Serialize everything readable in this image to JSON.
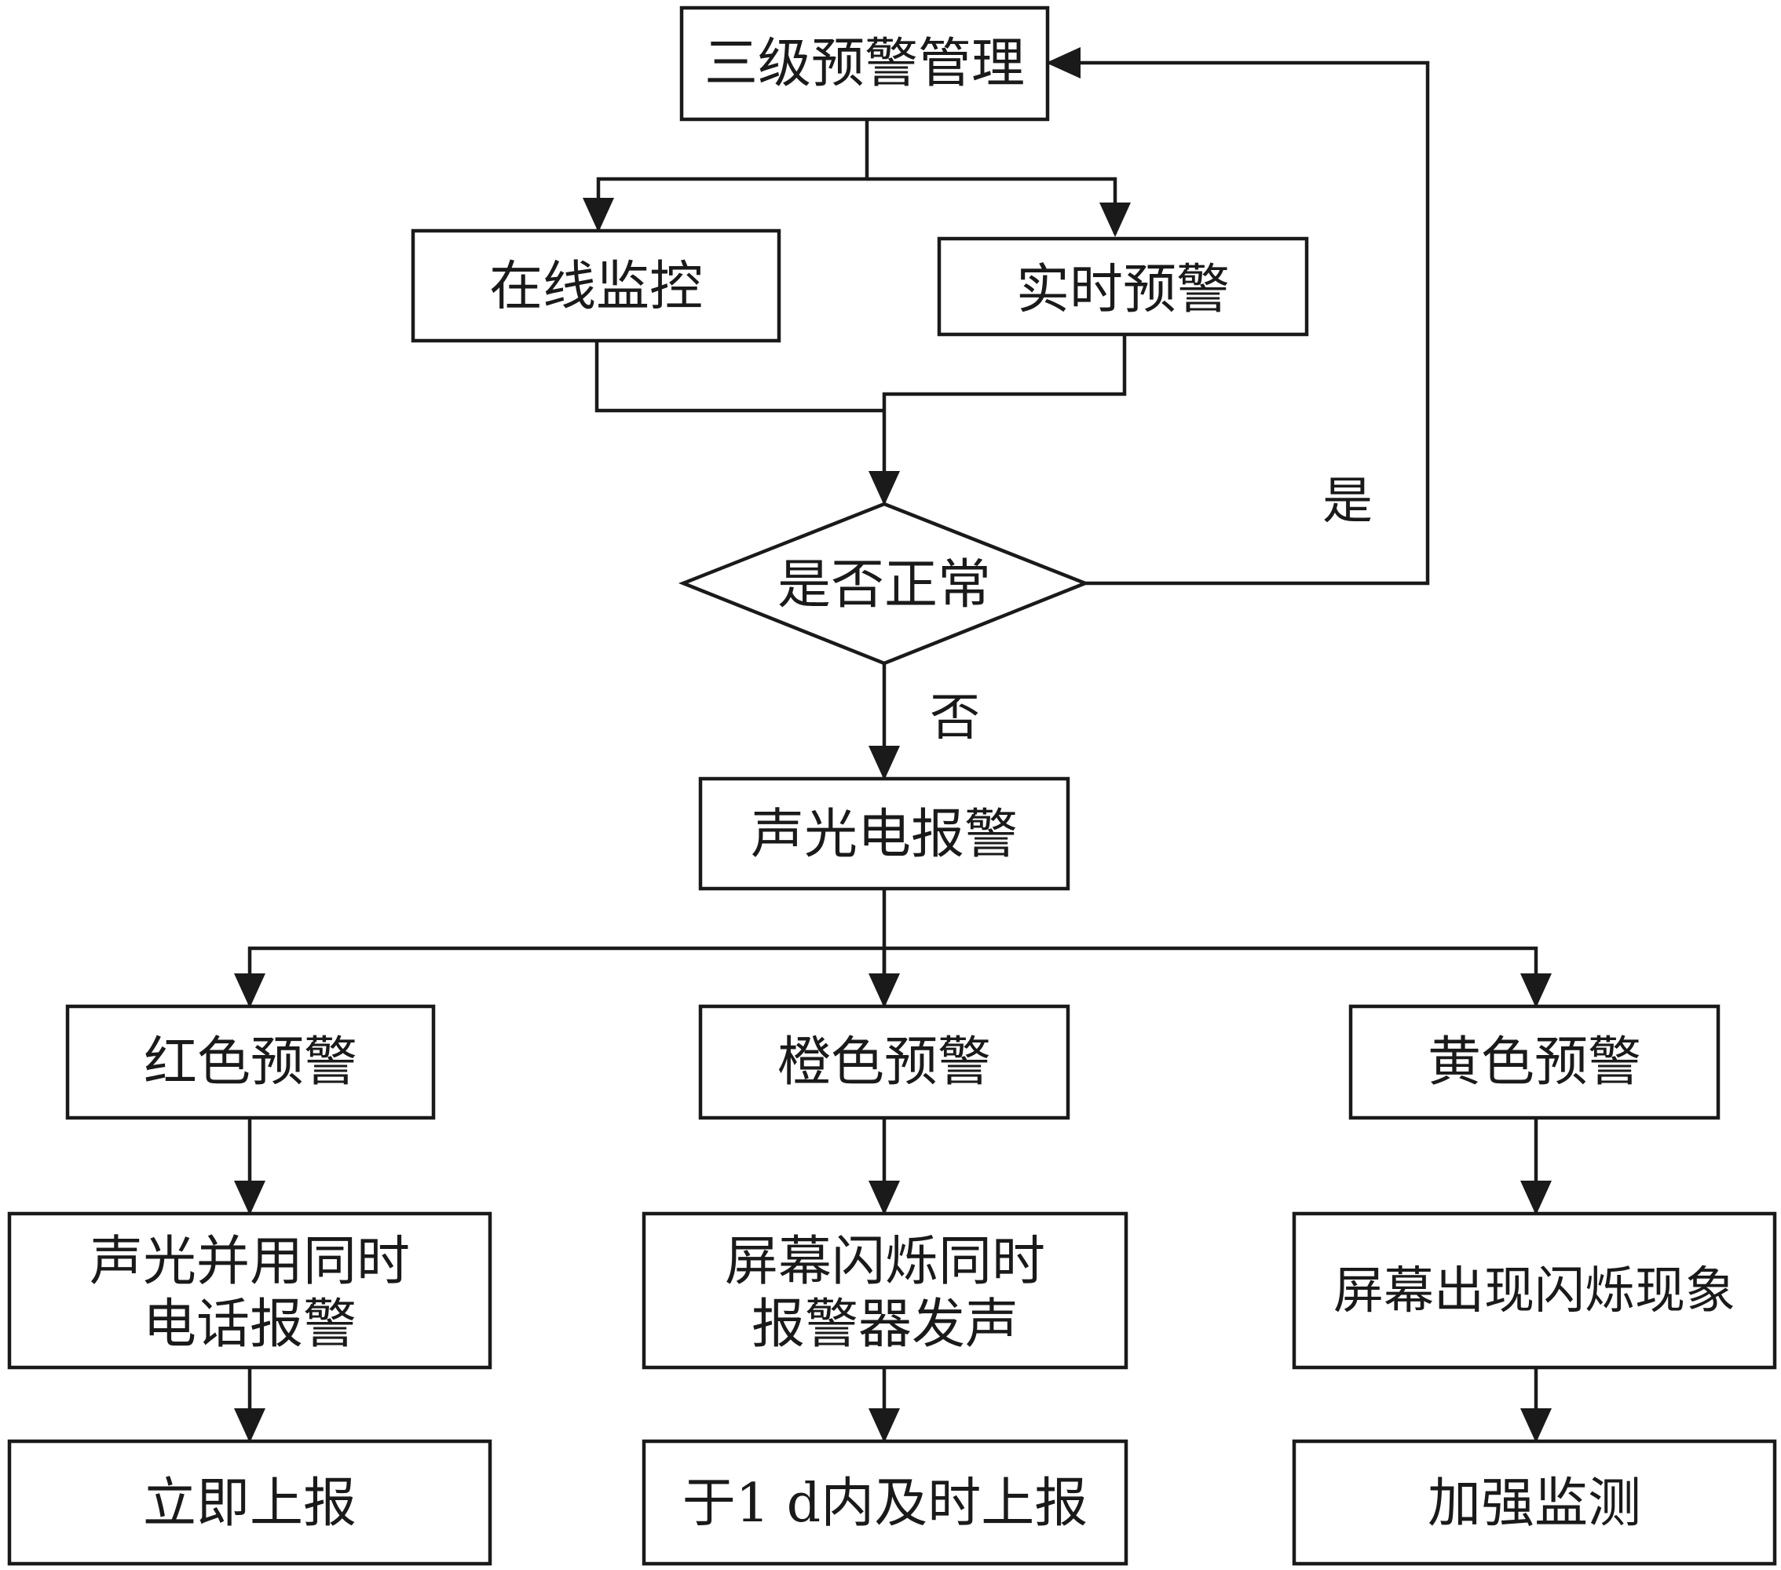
{
  "nodes": {
    "management": "三级预警管理",
    "online_monitor": "在线监控",
    "realtime_warning": "实时预警",
    "is_normal": "是否正常",
    "alarm": "声光电报警",
    "red": "红色预警",
    "orange": "橙色预警",
    "yellow": "黄色预警",
    "red_action_line1": "声光并用同时",
    "red_action_line2": "电话报警",
    "orange_action_line1": "屏幕闪烁同时",
    "orange_action_line2": "报警器发声",
    "yellow_action": "屏幕出现闪烁现象",
    "red_report": "立即上报",
    "orange_report": "于1 d内及时上报",
    "yellow_report": "加强监测"
  },
  "edges": {
    "yes": "是",
    "no": "否"
  },
  "colors": {
    "stroke": "#1a1a1a",
    "background": "#ffffff"
  }
}
